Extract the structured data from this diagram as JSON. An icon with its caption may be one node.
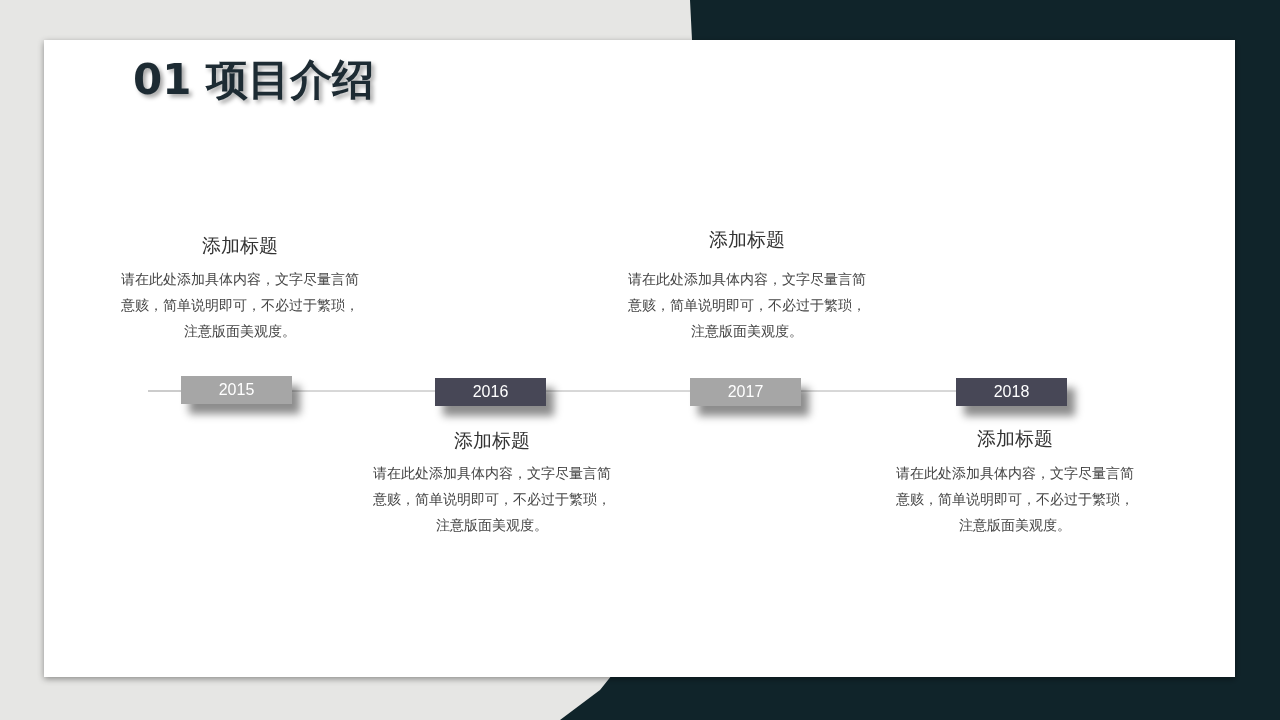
{
  "diagram": {
    "title": "01 项目介绍",
    "nodes": [
      {
        "text": [
          "2015"
        ],
        "beside": [
          "添加标题",
          "请在此处添加具体内容，文字尽量言简意赅，简单说明即可，不必过于繁琐，注意版面美观度。"
        ]
      },
      {
        "text": [
          "2016"
        ],
        "beside": [
          "添加标题",
          "请在此处添加具体内容，文字尽量言简意赅，简单说明即可，不必过于繁琐，注意版面美观度。"
        ]
      },
      {
        "text": [
          "2017"
        ],
        "beside": [
          "添加标题",
          "请在此处添加具体内容，文字尽量言简意赅，简单说明即可，不必过于繁琐，注意版面美观度。"
        ]
      },
      {
        "text": [
          "2018"
        ],
        "beside": [
          "添加标题",
          "请在此处添加具体内容，文字尽量言简意赅，简单说明即可，不必过于繁琐，注意版面美观度。"
        ]
      }
    ],
    "edges": [
      {
        "from": 0,
        "to": 1,
        "arrow": "none"
      },
      {
        "from": 1,
        "to": 2,
        "arrow": "none"
      },
      {
        "from": 2,
        "to": 3,
        "arrow": "none"
      }
    ]
  }
}
